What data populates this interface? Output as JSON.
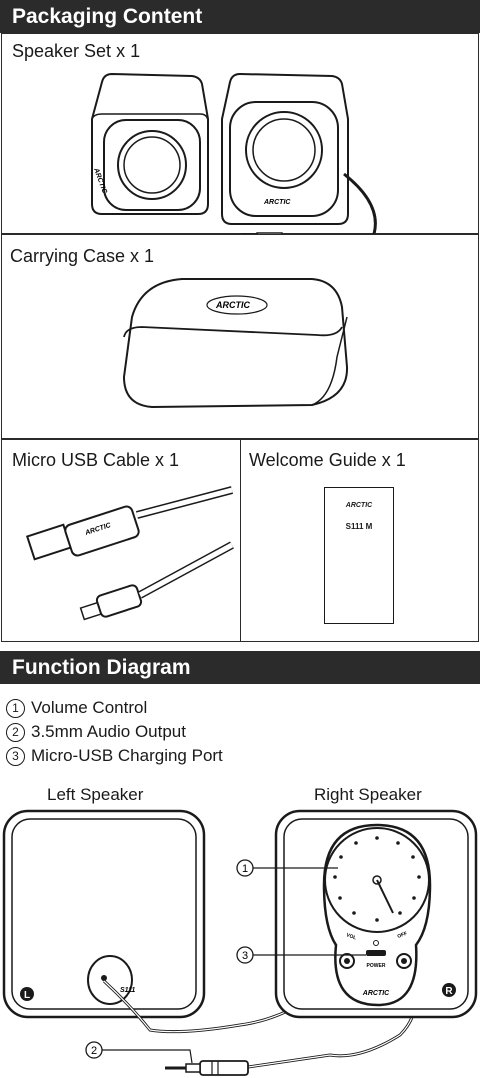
{
  "packaging": {
    "title": "Packaging Content",
    "speaker_set": "Speaker Set x 1",
    "carrying_case": "Carrying Case x 1",
    "usb_cable": "Micro USB Cable x 1",
    "welcome_guide": "Welcome Guide x 1",
    "brand": "ARCTIC",
    "guide_model": "S111 M"
  },
  "function": {
    "title": "Function Diagram",
    "items": [
      {
        "number": "1",
        "text": "Volume Control"
      },
      {
        "number": "2",
        "text": "3.5mm Audio Output"
      },
      {
        "number": "3",
        "text": "Micro-USB Charging Port"
      }
    ],
    "left_speaker": "Left Speaker",
    "right_speaker": "Right Speaker",
    "left_badge": "L",
    "right_badge": "R",
    "power_label": "POWER",
    "vol_label": "VOL",
    "off_label": "OFF",
    "left_model": "S111",
    "callouts": [
      "1",
      "2",
      "3"
    ]
  }
}
